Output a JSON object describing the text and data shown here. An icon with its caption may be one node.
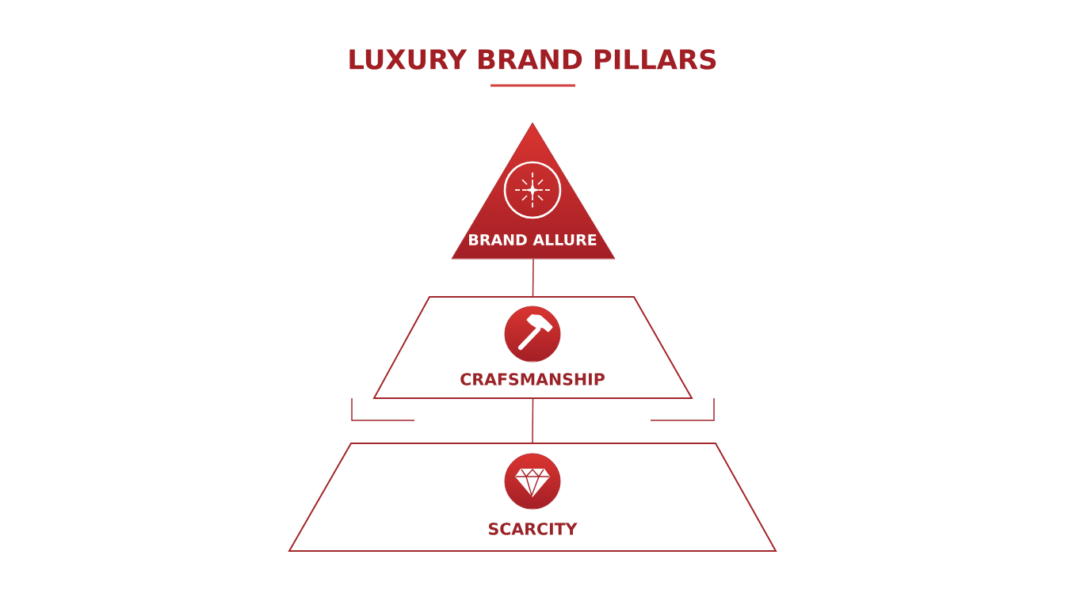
{
  "diagram": {
    "title": "LUXURY BRAND PILLARS",
    "nodes": [
      {
        "text": [
          "BRAND ALLURE"
        ]
      },
      {
        "text": [
          "CRAFSMANSHIP"
        ]
      },
      {
        "text": [
          "SCARCITY"
        ]
      }
    ],
    "edges": [
      {
        "from": 0,
        "to": 1,
        "arrow": "none"
      },
      {
        "from": 1,
        "to": 2,
        "arrow": "none"
      }
    ]
  }
}
